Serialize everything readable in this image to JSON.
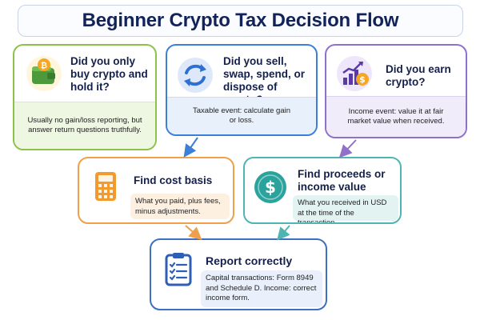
{
  "title": "Beginner Crypto Tax Decision Flow",
  "cards": {
    "buy_hold": {
      "heading": "Did you only buy crypto and hold it?",
      "sub": "Usually no gain/loss reporting, but answer return questions truthfully.",
      "icon": "wallet-bitcoin-icon"
    },
    "sell_swap": {
      "heading": "Did you sell, swap, spend, or dispose of crypto?",
      "sub": "Taxable event: calculate gain or loss.",
      "icon": "swap-arrows-icon"
    },
    "earn": {
      "heading": "Did you earn crypto?",
      "sub": "Income event: value it at fair market value when received.",
      "icon": "income-chart-icon"
    },
    "cost_basis": {
      "heading": "Find cost basis",
      "sub": "What you paid, plus fees, minus adjustments.",
      "icon": "calculator-icon"
    },
    "proceeds": {
      "heading": "Find proceeds or income value",
      "sub": "What you received in USD at the time of the transaction.",
      "icon": "dollar-coin-icon"
    },
    "report": {
      "heading": "Report correctly",
      "sub": "Capital transactions: Form 8949 and Schedule D. Income: correct income form.",
      "icon": "checklist-clipboard-icon"
    }
  },
  "colors": {
    "green": "#8cc24a",
    "blue": "#3b7fd6",
    "purple": "#9070c9",
    "orange": "#f0a04a",
    "teal": "#4fb5b3",
    "navy": "#3d6fc2",
    "title": "#12235a"
  }
}
